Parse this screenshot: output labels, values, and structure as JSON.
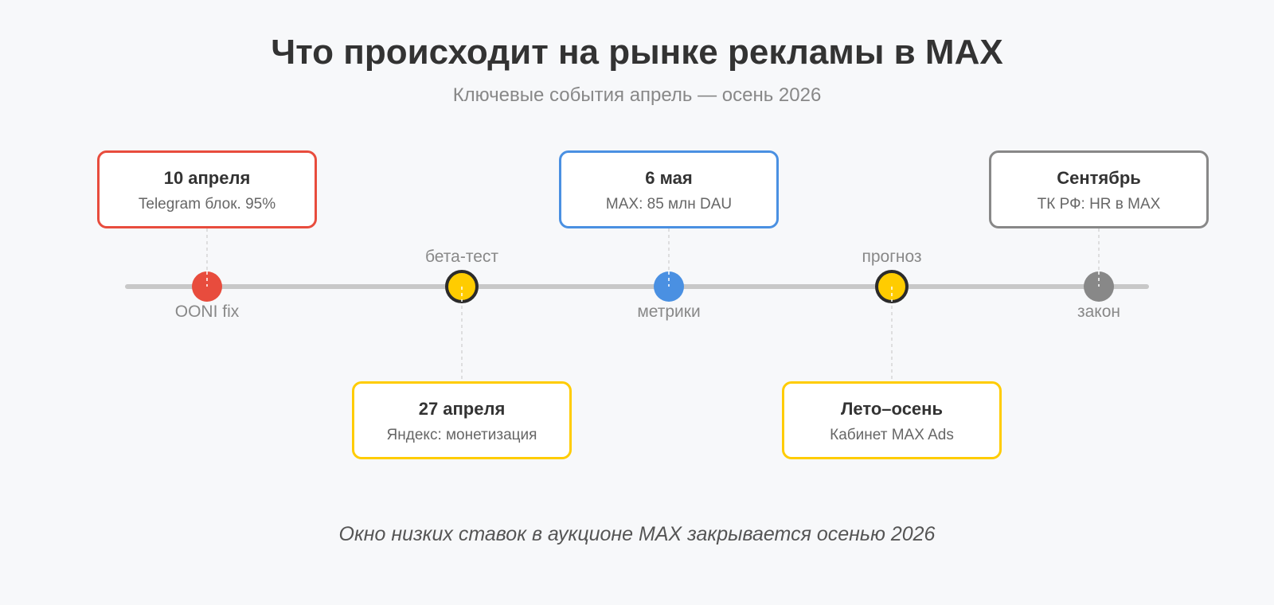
{
  "header": {
    "title": "Что происходит на рынке рекламы в MAX",
    "subtitle": "Ключевые события апрель — осень 2026"
  },
  "colors": {
    "background": "#f7f8fa",
    "axis": "#c8c8c8",
    "connector": "#d6d6d6",
    "red": "#e84c3d",
    "yellow": "#ffcc00",
    "blue": "#4a90e2",
    "gray": "#888888",
    "marker_outline": "#2b2b2b"
  },
  "events": [
    {
      "date": "10 апреля",
      "description": "Telegram блок. 95%",
      "marker_label": "OONI fix",
      "color": "#e84c3d",
      "position": "above",
      "outlined": false
    },
    {
      "date": "27 апреля",
      "description": "Яндекс: монетизация",
      "marker_label": "бета-тест",
      "color": "#ffcc00",
      "position": "below",
      "outlined": true
    },
    {
      "date": "6 мая",
      "description": "MAX: 85 млн DAU",
      "marker_label": "метрики",
      "color": "#4a90e2",
      "position": "above",
      "outlined": false
    },
    {
      "date": "Лето–осень",
      "description": "Кабинет MAX Ads",
      "marker_label": "прогноз",
      "color": "#ffcc00",
      "position": "below",
      "outlined": true
    },
    {
      "date": "Сентябрь",
      "description": "ТК РФ: HR в MAX",
      "marker_label": "закон",
      "color": "#888888",
      "position": "above",
      "outlined": false
    }
  ],
  "footer": {
    "note": "Окно низких ставок в аукционе MAX закрывается осенью 2026"
  }
}
